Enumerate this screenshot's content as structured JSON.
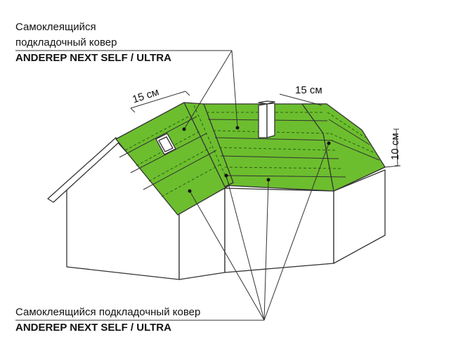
{
  "top_label": {
    "line1": "Самоклеящийся",
    "line2": "подкладочный ковер",
    "line3": "ANDEREP NEXT SELF / ULTRA"
  },
  "bottom_label": {
    "line1": "Самоклеящийся подкладочный ковер",
    "line2": "ANDEREP NEXT SELF / ULTRA"
  },
  "dimensions": {
    "left_overlap": "15 см",
    "right_overlap": "15 см",
    "eave_overlap": "10 см"
  },
  "colors": {
    "roof_green": "#6cbe2e",
    "outline": "#333333",
    "background": "#ffffff"
  }
}
